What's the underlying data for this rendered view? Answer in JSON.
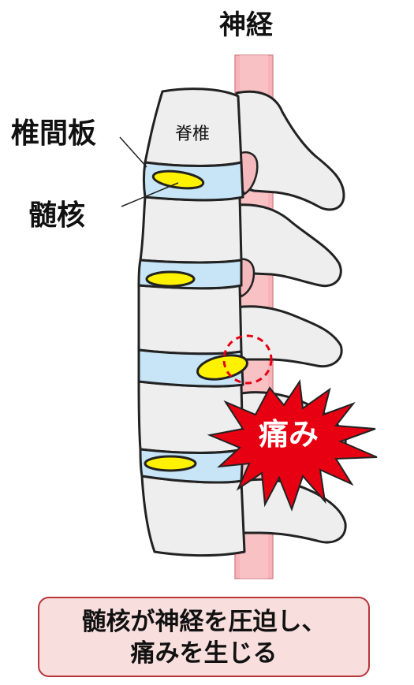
{
  "labels": {
    "nerve": "神経",
    "disc": "椎間板",
    "nucleus": "髄核",
    "vertebra": "脊椎",
    "pain": "痛み"
  },
  "caption": {
    "line1": "髄核が神経を圧迫し、",
    "line2": "痛みを生じる"
  },
  "colors": {
    "nerve": "#f8b9bd",
    "bone": "#eeeeee",
    "disc": "#c7e5f6",
    "nucleus": "#fff200",
    "burst": "#e60012",
    "caption_bg": "#f8dedd",
    "caption_border": "#b8353a",
    "highlight_circle": "#e60012"
  }
}
